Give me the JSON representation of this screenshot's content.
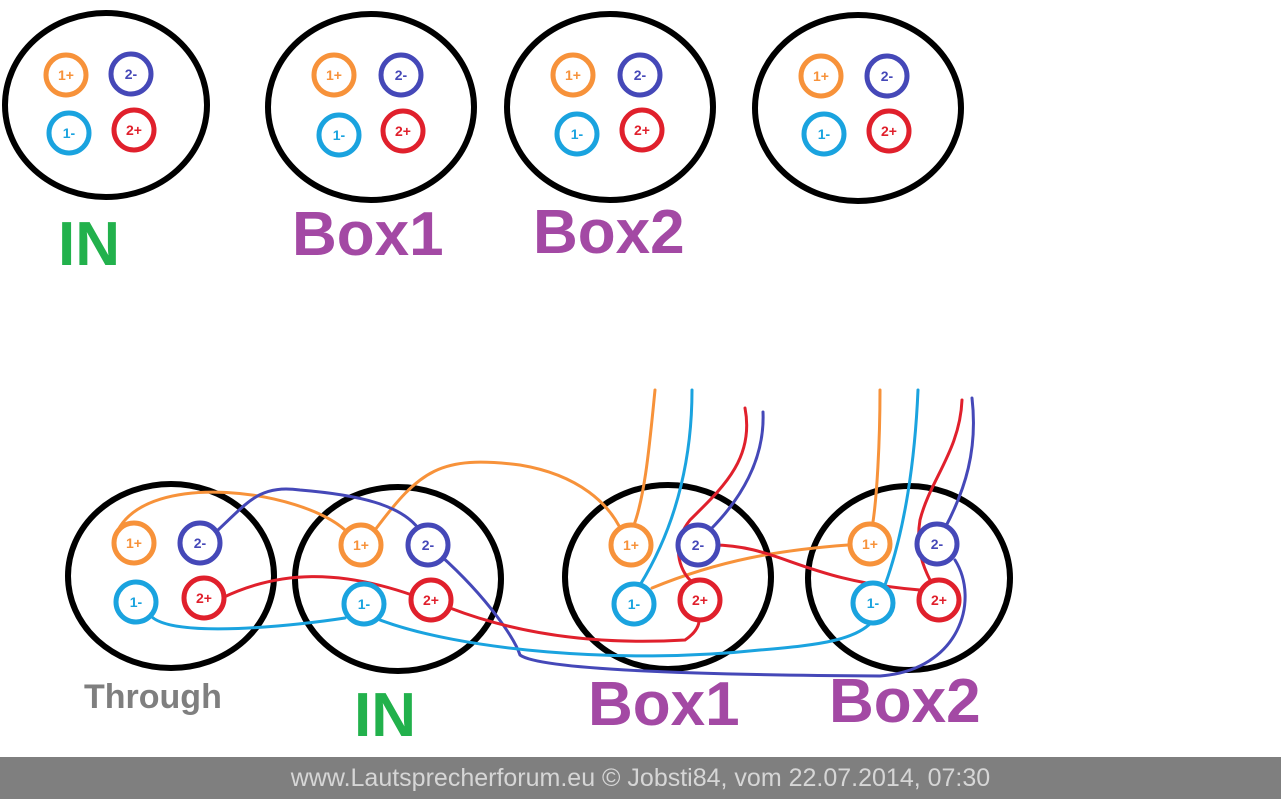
{
  "colors": {
    "pin_1plus": "#f7923a",
    "pin_1minus": "#1aa3df",
    "pin_2plus": "#e0202c",
    "pin_2minus": "#4548b8",
    "label_in": "#22b14c",
    "label_box": "#a349a4",
    "label_through": "#7f7f7f",
    "outline": "#000000"
  },
  "pins": {
    "p1plus": "1+",
    "p2minus": "2-",
    "p1minus": "1-",
    "p2plus": "2+"
  },
  "top_row": {
    "labels": {
      "in": "IN",
      "box1": "Box1",
      "box2": "Box2"
    }
  },
  "bottom_row": {
    "labels": {
      "through": "Through",
      "in": "IN",
      "box1": "Box1",
      "box2": "Box2"
    }
  },
  "footer": {
    "text": "www.Lautsprecherforum.eu © Jobsti84, vom 22.07.2014, 07:30"
  }
}
